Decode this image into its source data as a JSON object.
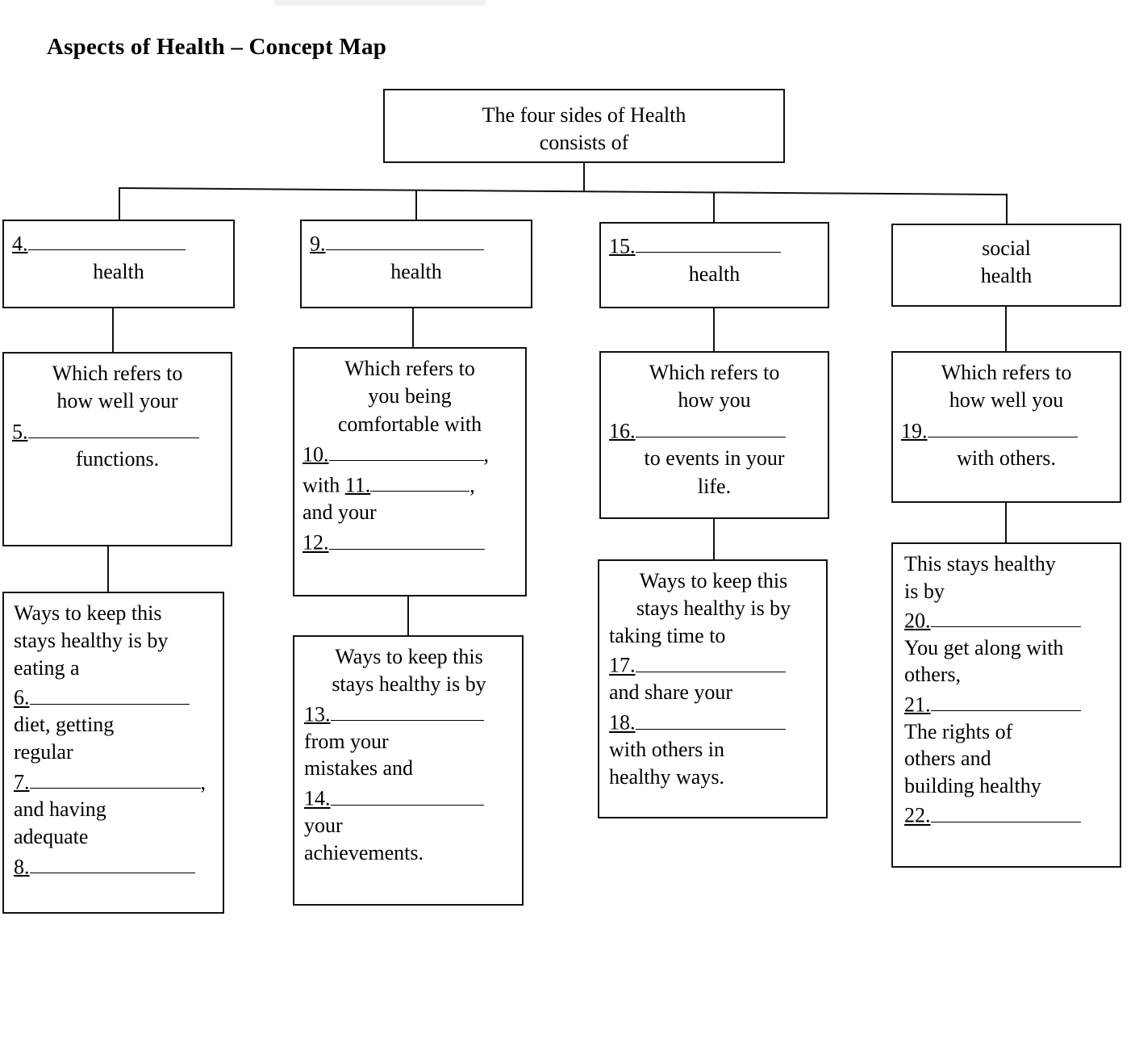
{
  "page": {
    "title": "Aspects of Health – Concept Map",
    "background": "#ffffff",
    "ink": "#111111"
  },
  "root_box": {
    "line1": "The four sides of Health",
    "line2": "consists of"
  },
  "columns": [
    {
      "id": "column-1",
      "category_box": {
        "number": "4.",
        "blank": "",
        "word": "health"
      },
      "definition_box": {
        "lines": [
          {
            "align": "center",
            "text": "Which refers to"
          },
          {
            "align": "center",
            "text": "how well your"
          },
          {
            "align": "left",
            "number": "5.",
            "blank": "",
            "trailing": ""
          },
          {
            "align": "center",
            "text": "functions."
          }
        ]
      },
      "habits_box": {
        "lines": [
          {
            "align": "left",
            "text": "Ways to keep this"
          },
          {
            "align": "left",
            "text": "stays healthy is by"
          },
          {
            "align": "left",
            "text": "eating a"
          },
          {
            "align": "left",
            "number": "6.",
            "blank": "",
            "trailing": ""
          },
          {
            "align": "left",
            "text": "diet, getting"
          },
          {
            "align": "left",
            "text": "regular"
          },
          {
            "align": "left",
            "number": "7.",
            "blank": "",
            "trailing": ","
          },
          {
            "align": "left",
            "text": "and having"
          },
          {
            "align": "left",
            "text": "adequate"
          },
          {
            "align": "left",
            "number": "8.",
            "blank": "",
            "trailing": ""
          }
        ]
      }
    },
    {
      "id": "column-2",
      "category_box": {
        "number": "9.",
        "blank": "",
        "word": "health"
      },
      "definition_box": {
        "lines": [
          {
            "align": "center",
            "text": "Which refers to"
          },
          {
            "align": "center",
            "text": "you being"
          },
          {
            "align": "center",
            "text": "comfortable with"
          },
          {
            "align": "left",
            "number": "10.",
            "blank": "",
            "trailing": ","
          },
          {
            "align": "left",
            "prefix": "with ",
            "number": "11.",
            "blank": "",
            "trailing": ","
          },
          {
            "align": "left",
            "text": "and your"
          },
          {
            "align": "left",
            "number": "12.",
            "blank": "",
            "trailing": ""
          }
        ]
      },
      "habits_box": {
        "lines": [
          {
            "align": "center",
            "text": "Ways to keep this"
          },
          {
            "align": "center",
            "text": "stays healthy is by"
          },
          {
            "align": "left",
            "number": "13.",
            "blank": "",
            "trailing": ""
          },
          {
            "align": "left",
            "text": "from your"
          },
          {
            "align": "left",
            "text": "mistakes and"
          },
          {
            "align": "left",
            "number": "14.",
            "blank": "",
            "trailing": ""
          },
          {
            "align": "left",
            "text": "your"
          },
          {
            "align": "left",
            "text": "achievements."
          }
        ]
      }
    },
    {
      "id": "column-3",
      "category_box": {
        "number": "15.",
        "blank": "",
        "word": "health"
      },
      "definition_box": {
        "lines": [
          {
            "align": "center",
            "text": "Which refers to"
          },
          {
            "align": "center",
            "text": "how you"
          },
          {
            "align": "left",
            "number": "16.",
            "blank": "",
            "trailing": ""
          },
          {
            "align": "center",
            "text": "to events in your"
          },
          {
            "align": "center",
            "text": "life."
          }
        ]
      },
      "habits_box": {
        "lines": [
          {
            "align": "center",
            "text": "Ways to keep this"
          },
          {
            "align": "center",
            "text": "stays healthy is by"
          },
          {
            "align": "left",
            "text": "taking time to"
          },
          {
            "align": "left",
            "number": "17.",
            "blank": "",
            "trailing": ""
          },
          {
            "align": "left",
            "text": "and share your"
          },
          {
            "align": "left",
            "number": "18.",
            "blank": "",
            "trailing": ""
          },
          {
            "align": "left",
            "text": "with others in"
          },
          {
            "align": "left",
            "text": "healthy ways."
          }
        ]
      }
    },
    {
      "id": "column-4",
      "category_box": {
        "number": "",
        "blank": null,
        "word": "social",
        "word2": "health"
      },
      "definition_box": {
        "lines": [
          {
            "align": "center",
            "text": "Which refers to"
          },
          {
            "align": "center",
            "text": "how well you"
          },
          {
            "align": "left",
            "number": "19.",
            "blank": "",
            "trailing": ""
          },
          {
            "align": "center",
            "text": "with others."
          }
        ]
      },
      "habits_box": {
        "lines": [
          {
            "align": "left",
            "text": "This stays healthy"
          },
          {
            "align": "left",
            "text": "is by"
          },
          {
            "align": "left",
            "number": "20.",
            "blank": "",
            "trailing": ""
          },
          {
            "align": "left",
            "text": "You get along with"
          },
          {
            "align": "left",
            "text": "others,"
          },
          {
            "align": "left",
            "number": "21.",
            "blank": "",
            "trailing": ""
          },
          {
            "align": "left",
            "text": "The rights of"
          },
          {
            "align": "left",
            "text": "others and"
          },
          {
            "align": "left",
            "text": "building healthy"
          },
          {
            "align": "left",
            "number": "22.",
            "blank": "",
            "trailing": ""
          }
        ]
      }
    }
  ]
}
